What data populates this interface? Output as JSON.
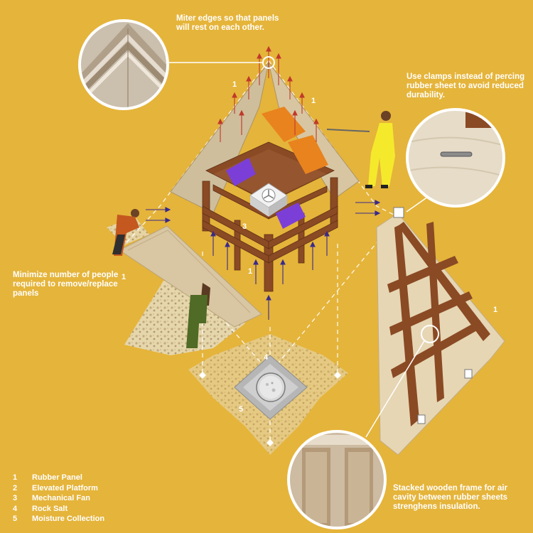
{
  "annotations": {
    "miter": "Miter edges so that panels will rest on each other.",
    "clamps": "Use clamps instead of percing rubber sheet to avoid reduced durability.",
    "people": "Minimize number of people required to remove/replace panels",
    "frame": "Stacked wooden frame for air cavity between rubber sheets strenghens insulation."
  },
  "callout_numbers": {
    "roof_left": "1",
    "roof_right": "1",
    "left_panel": "1",
    "center": "1",
    "platform": "3",
    "salt": "4",
    "collection": "5",
    "right_panel": "1"
  },
  "legend": [
    {
      "num": "1",
      "label": "Rubber Panel"
    },
    {
      "num": "2",
      "label": "Elevated Platform"
    },
    {
      "num": "3",
      "label": "Mechanical Fan"
    },
    {
      "num": "4",
      "label": "Rock Salt"
    },
    {
      "num": "5",
      "label": "Moisture Collection"
    }
  ],
  "colors": {
    "background": "#e5b43a",
    "wood": "#8a4a24",
    "rubber": "#d8c8a0",
    "purple_salt": "#7b3fd8",
    "orange_salt": "#e8831e",
    "arrow_red": "#c0392b",
    "arrow_blue": "#3a2a8c",
    "annotation_text": "#ffffff"
  }
}
